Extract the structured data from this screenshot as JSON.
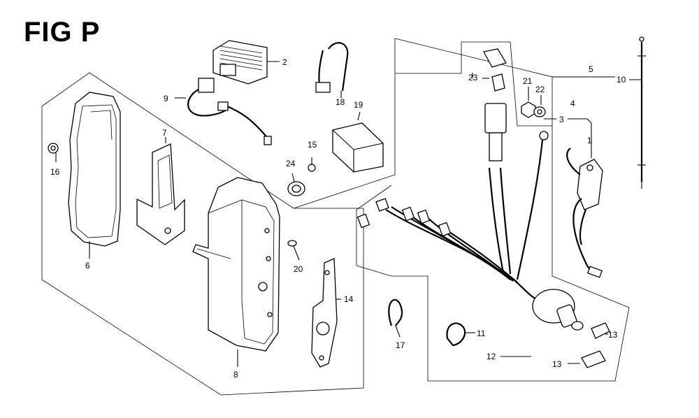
{
  "title": "FIG P",
  "callouts": [
    {
      "id": "c2",
      "text": "2"
    },
    {
      "id": "c9",
      "text": "9"
    },
    {
      "id": "c18",
      "text": "18"
    },
    {
      "id": "c19",
      "text": "19"
    },
    {
      "id": "c15",
      "text": "15"
    },
    {
      "id": "c24",
      "text": "24"
    },
    {
      "id": "c7",
      "text": "7"
    },
    {
      "id": "c16",
      "text": "16"
    },
    {
      "id": "c6",
      "text": "6"
    },
    {
      "id": "c20",
      "text": "20"
    },
    {
      "id": "c8",
      "text": "8"
    },
    {
      "id": "c14",
      "text": "14"
    },
    {
      "id": "c17",
      "text": "17"
    },
    {
      "id": "c11",
      "text": "11"
    },
    {
      "id": "c12",
      "text": "12"
    },
    {
      "id": "c13a",
      "text": "13"
    },
    {
      "id": "c13b",
      "text": "13"
    },
    {
      "id": "c23",
      "text": "23"
    },
    {
      "id": "c21",
      "text": "21"
    },
    {
      "id": "c22",
      "text": "22"
    },
    {
      "id": "c5",
      "text": "5"
    },
    {
      "id": "c10",
      "text": "10"
    },
    {
      "id": "c4",
      "text": "4"
    },
    {
      "id": "c3",
      "text": "3"
    },
    {
      "id": "c1",
      "text": "1"
    }
  ]
}
